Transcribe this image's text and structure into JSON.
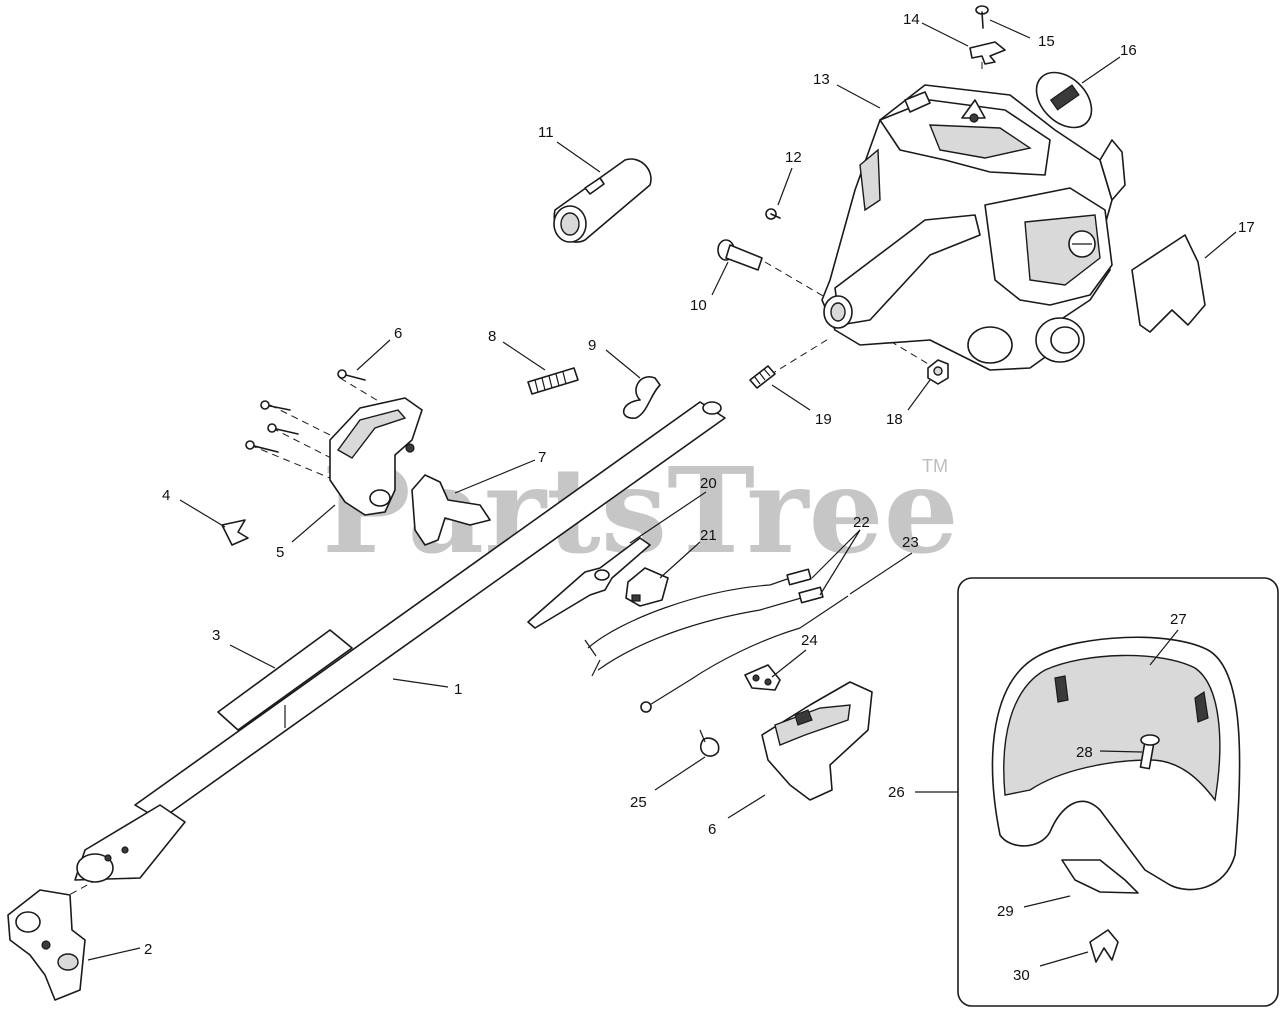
{
  "watermark": {
    "text": "PartsTree",
    "tm": "TM"
  },
  "callouts": [
    {
      "id": "c1",
      "label": "1"
    },
    {
      "id": "c2",
      "label": "2"
    },
    {
      "id": "c3",
      "label": "3"
    },
    {
      "id": "c4",
      "label": "4"
    },
    {
      "id": "c5",
      "label": "5"
    },
    {
      "id": "c6a",
      "label": "6"
    },
    {
      "id": "c6b",
      "label": "6"
    },
    {
      "id": "c7",
      "label": "7"
    },
    {
      "id": "c8",
      "label": "8"
    },
    {
      "id": "c9",
      "label": "9"
    },
    {
      "id": "c10",
      "label": "10"
    },
    {
      "id": "c11",
      "label": "11"
    },
    {
      "id": "c12",
      "label": "12"
    },
    {
      "id": "c13",
      "label": "13"
    },
    {
      "id": "c14",
      "label": "14"
    },
    {
      "id": "c15",
      "label": "15"
    },
    {
      "id": "c16",
      "label": "16"
    },
    {
      "id": "c17",
      "label": "17"
    },
    {
      "id": "c18",
      "label": "18"
    },
    {
      "id": "c19",
      "label": "19"
    },
    {
      "id": "c20",
      "label": "20"
    },
    {
      "id": "c21",
      "label": "21"
    },
    {
      "id": "c22",
      "label": "22"
    },
    {
      "id": "c23",
      "label": "23"
    },
    {
      "id": "c24",
      "label": "24"
    },
    {
      "id": "c25",
      "label": "25"
    },
    {
      "id": "c26",
      "label": "26"
    },
    {
      "id": "c27",
      "label": "27"
    },
    {
      "id": "c28",
      "label": "28"
    },
    {
      "id": "c29",
      "label": "29"
    },
    {
      "id": "c30",
      "label": "30"
    }
  ]
}
